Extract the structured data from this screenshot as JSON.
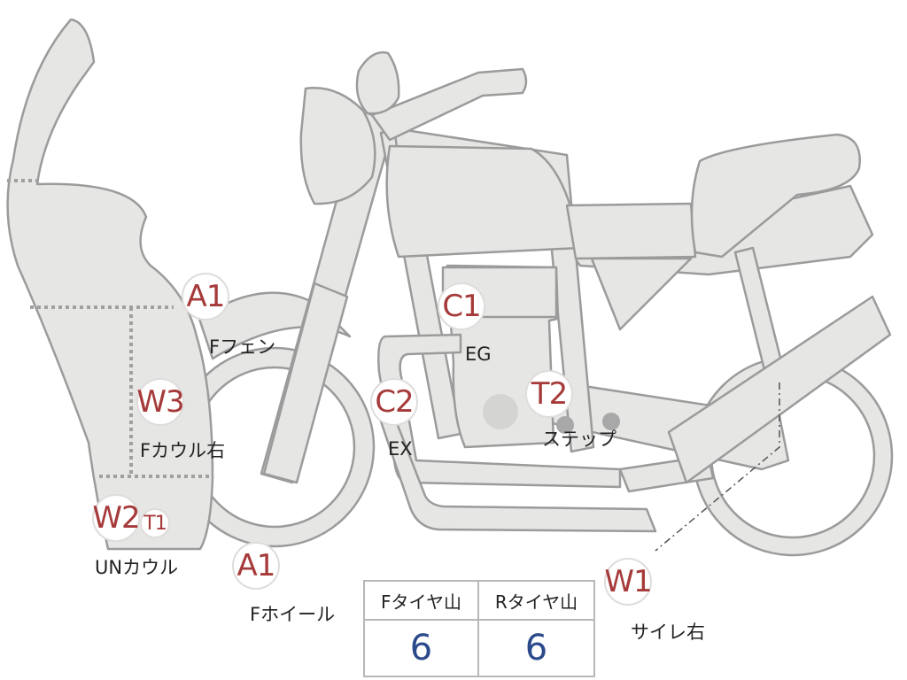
{
  "markers": {
    "a1_top": "A1",
    "c1": "C1",
    "c2": "C2",
    "t2": "T2",
    "w3": "W3",
    "w2": "W2",
    "t1": "T1",
    "a1_bottom": "A1",
    "w1": "W1"
  },
  "labels": {
    "f_fender": "Fフェン",
    "eg": "EG",
    "ex": "EX",
    "step": "ステップ",
    "f_cowl_right": "Fカウル右",
    "un_cowl": "UNカウル",
    "f_wheel": "Fホイール",
    "silencer_right": "サイレ右"
  },
  "tire_table": {
    "headers": [
      "Fタイヤ山",
      "Rタイヤ山"
    ],
    "values": [
      "6",
      "6"
    ]
  },
  "colors": {
    "part_fill": "#e6e6e4",
    "outline": "#9b9b9b",
    "marker_text": "#a63a3a",
    "value_text": "#2b4a8c"
  }
}
